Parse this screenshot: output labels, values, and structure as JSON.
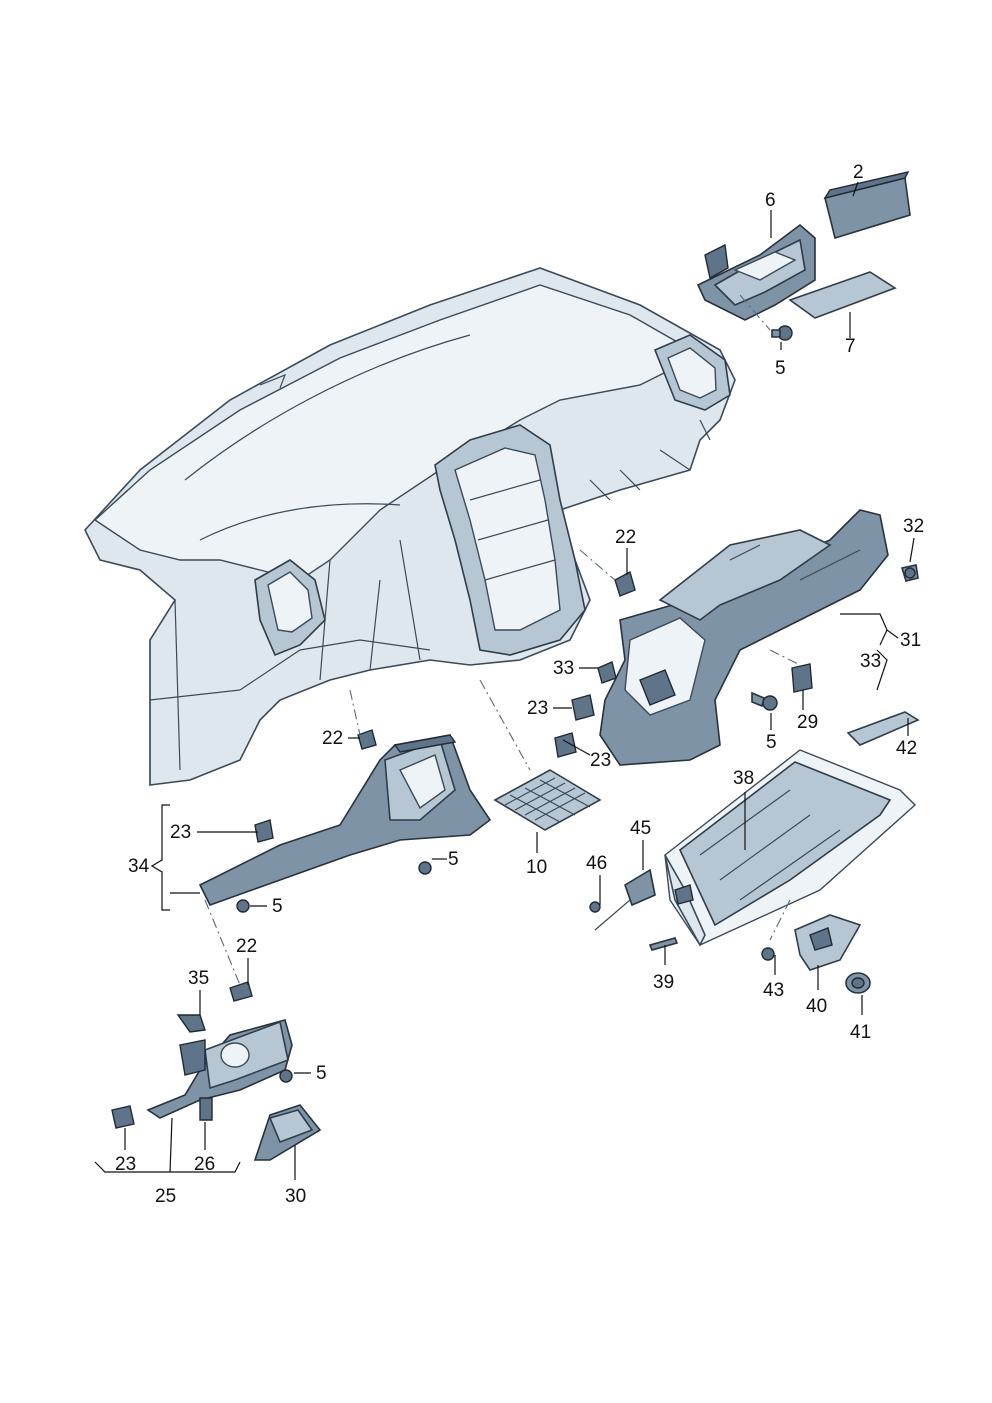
{
  "labels": {
    "l2": "2",
    "l6": "6",
    "l5a": "5",
    "l7": "7",
    "l22a": "22",
    "l32": "32",
    "l31": "31",
    "l33a": "33",
    "l33b": "33",
    "l29": "29",
    "l5b": "5",
    "l23a": "23",
    "l23b": "23",
    "l42": "42",
    "l22b": "22",
    "l23c": "23",
    "l34": "34",
    "l5c": "5",
    "l5d": "5",
    "l10": "10",
    "l38": "38",
    "l45": "45",
    "l46": "46",
    "l39": "39",
    "l43": "43",
    "l40": "40",
    "l41": "41",
    "l22c": "22",
    "l35": "35",
    "l5e": "5",
    "l23d": "23",
    "l26": "26",
    "l25": "25",
    "l30": "30"
  }
}
